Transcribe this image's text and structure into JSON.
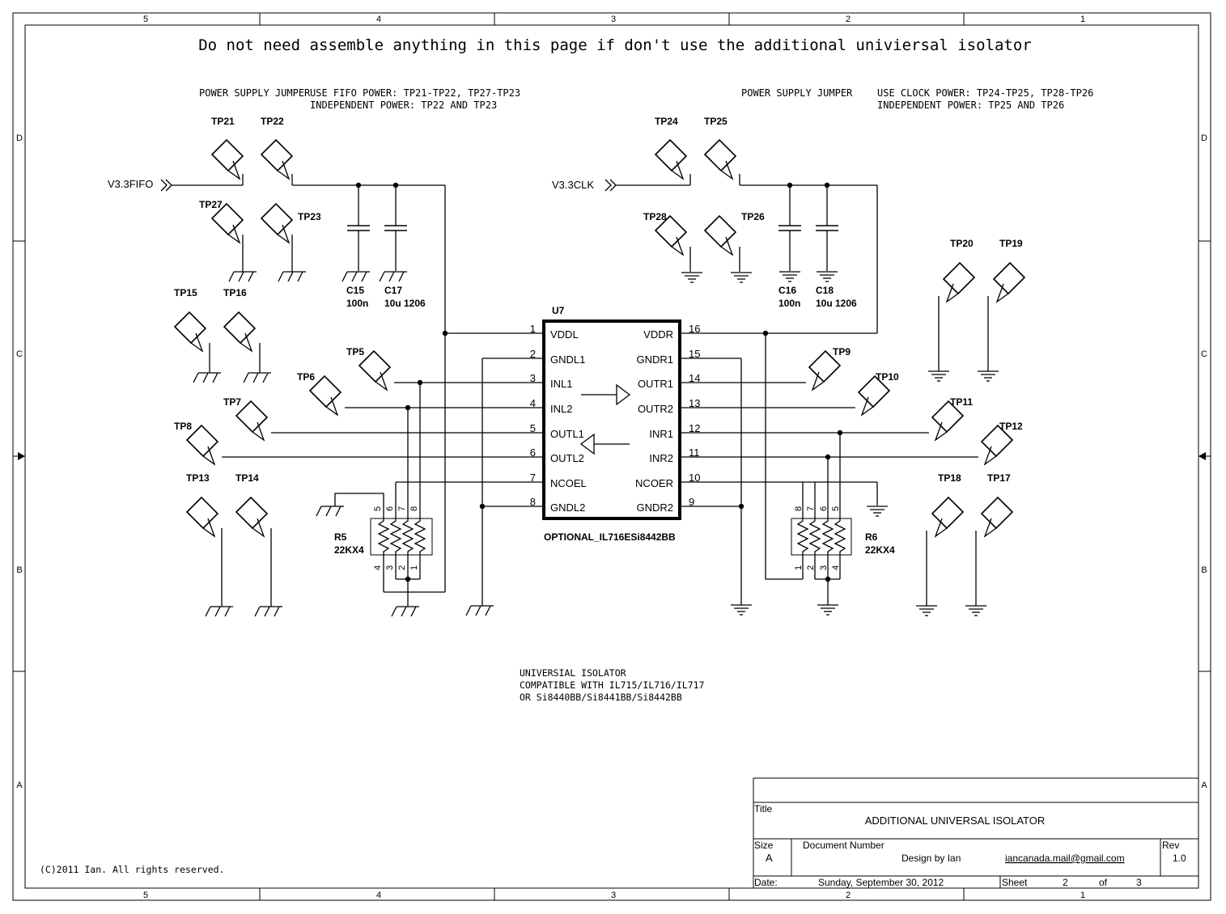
{
  "header": {
    "note": "Do not need assemble anything in this page if don't use the additional univiersal isolator",
    "left_jumper_title": "POWER SUPPLY JUMPER",
    "left_jumper_line1": "USE FIFO POWER: TP21-TP22, TP27-TP23",
    "left_jumper_line2": "INDEPENDENT POWER: TP22 AND TP23",
    "right_jumper_title": "POWER SUPPLY JUMPER",
    "right_jumper_line1": "USE CLOCK POWER: TP24-TP25, TP28-TP26",
    "right_jumper_line2": "INDEPENDENT POWER: TP25 AND TP26"
  },
  "border": {
    "columns": [
      "5",
      "4",
      "3",
      "2",
      "1"
    ],
    "rows": [
      "D",
      "C",
      "B",
      "A"
    ]
  },
  "nets": {
    "fifo": "V3.3FIFO",
    "clk": "V3.3CLK"
  },
  "testpoints": {
    "TP21": "TP21",
    "TP22": "TP22",
    "TP27": "TP27",
    "TP23": "TP23",
    "TP24": "TP24",
    "TP25": "TP25",
    "TP28": "TP28",
    "TP26": "TP26",
    "TP15": "TP15",
    "TP16": "TP16",
    "TP5": "TP5",
    "TP6": "TP6",
    "TP7": "TP7",
    "TP8": "TP8",
    "TP13": "TP13",
    "TP14": "TP14",
    "TP20": "TP20",
    "TP19": "TP19",
    "TP9": "TP9",
    "TP10": "TP10",
    "TP11": "TP11",
    "TP12": "TP12",
    "TP18": "TP18",
    "TP17": "TP17"
  },
  "capacitors": [
    {
      "ref": "C15",
      "value": "100n"
    },
    {
      "ref": "C17",
      "value": "10u 1206"
    },
    {
      "ref": "C16",
      "value": "100n"
    },
    {
      "ref": "C18",
      "value": "10u 1206"
    }
  ],
  "resistors": [
    {
      "ref": "R5",
      "value": "22KX4"
    },
    {
      "ref": "R6",
      "value": "22KX4"
    }
  ],
  "ic": {
    "ref": "U7",
    "part": "OPTIONAL_IL716ESi8442BB",
    "left_pins": [
      {
        "num": "1",
        "name": "VDDL"
      },
      {
        "num": "2",
        "name": "GNDL1"
      },
      {
        "num": "3",
        "name": "INL1"
      },
      {
        "num": "4",
        "name": "INL2"
      },
      {
        "num": "5",
        "name": "OUTL1"
      },
      {
        "num": "6",
        "name": "OUTL2"
      },
      {
        "num": "7",
        "name": "NCOEL"
      },
      {
        "num": "8",
        "name": "GNDL2"
      }
    ],
    "right_pins": [
      {
        "num": "16",
        "name": "VDDR"
      },
      {
        "num": "15",
        "name": "GNDR1"
      },
      {
        "num": "14",
        "name": "OUTR1"
      },
      {
        "num": "13",
        "name": "OUTR2"
      },
      {
        "num": "12",
        "name": "INR1"
      },
      {
        "num": "11",
        "name": "INR2"
      },
      {
        "num": "10",
        "name": "NCOER"
      },
      {
        "num": "9",
        "name": "GNDR2"
      }
    ]
  },
  "notes": {
    "isolator_line1": "UNIVERSIAL ISOLATOR",
    "isolator_line2": "COMPATIBLE WITH IL715/IL716/IL717",
    "isolator_line3": "OR Si8440BB/Si8441BB/Si8442BB",
    "copyright": "(C)2011 Ian.  All rights reserved."
  },
  "title_block": {
    "title_label": "Title",
    "title": "ADDITIONAL UNIVERSAL ISOLATOR",
    "size_label": "Size",
    "size": "A",
    "docnum_label": "Document Number",
    "designer": "Design by Ian",
    "email": "iancanada.mail@gmail.com",
    "rev_label": "Rev",
    "rev": "1.0",
    "date_label": "Date:",
    "date": "Sunday, September 30, 2012",
    "sheet_label": "Sheet",
    "sheet": "2",
    "of_label": "of",
    "sheets": "3"
  }
}
